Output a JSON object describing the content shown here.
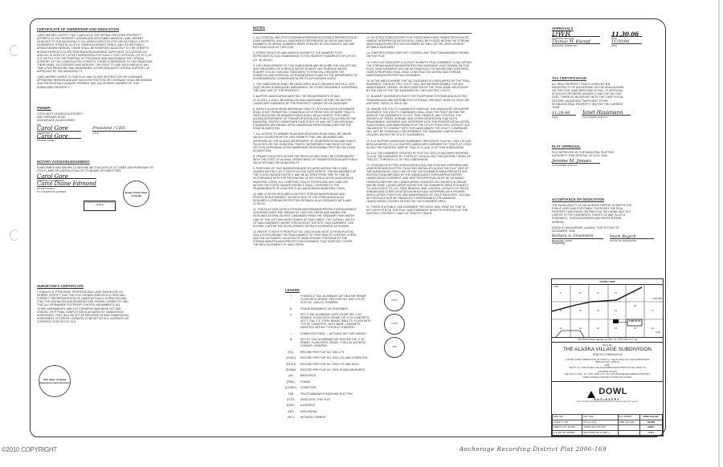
{
  "certificate_ownership": {
    "heading": "Certificate of Ownership and Dedication",
    "para1": "I (we) hereby certify that I (we) hold the herein specified property interest in the property shown and described hereon. I (we) hereby dedicate to the municipality all areas depicted for use as public utility easements, streets, alleys, thoroughfares, parks, and other public areas shown hereon. There shall be reserved adjacent to the streets shown hereon a slope reservation easement sufficient to contain cut and fill slopes of 1.5 feet horizontal for each 1 foot vertical (1.5 to 1) of cut or fill for the purpose of providing and maintaining the lateral support of the constructed streets. There is reserved to the grantors, their heirs, successors and assigns, the right to use such areas at any time upon providing and maintaining other adequate lateral support, as approved by the municipality.",
    "para2": "I (we) hereby agree to this plat, and to any restriction or covenant appearing hereon and any such restriction or covenant shall be binding and enforceable against present and successive owners of this subdivided property."
  },
  "owner": {
    "heading": "Owner:",
    "address": [
      "Cook Inlet Housing Authority",
      "3510 Spenard Road",
      "Anchorage, Alaska 99503"
    ],
    "by": "By:",
    "signature": "Carol Gore",
    "signature_label": "Signature",
    "title_value": "President / CEO",
    "title_label": "Title",
    "printed_name": "Carol Gore",
    "printed_label": "Printed Name"
  },
  "notary": {
    "heading": "Notary Acknowledgement",
    "text": "Subscribed and sworn to before me this 18th of October 2006 pursuant to its by-laws or a resolution of its board of directors.",
    "appeared_sig": "Carol Gore",
    "appeared_label": "Personally Appeared",
    "notary_sig": "Carol Diane Edmond",
    "notary_label": "Notary Public",
    "commission_label": "My Commission Expires",
    "stamp_text": "Commission expires with office",
    "seal_text": "Notary Public State of Alaska"
  },
  "surveyor": {
    "heading": "Surveyor's Certificate",
    "text": "I, Stanley E. Ponchene, Professional Land Surveyor, do hereby certify that the plat shown hereon is a true and correct representation of lands actually surveyed and that the distances and bearings are shown correctly and that all permanent exterior control monuments, all other monuments, and lot corners have been set and staked, or if final completion is assured by subdivision agreement, they will be set as specified in said subdivision agreement. Exterior corners to be set by SLS. Interior lot corners to be set by SLS.",
    "seal_text": "49th State of Alaska Registered Land Surveyor"
  },
  "notes": {
    "heading": "Notes",
    "col1": [
      "1. All federal and state easements/permits/licenses referenced by case numbers, and all easements referenced by book and page numbers or serial numbers were created by documents, and are not dedicated by this plat.",
      "2. Street right-of-way widths shown to the nearest foot represent actual dimensions to the nearest hundredth of a foot (i.e. 30'=30.00').",
      "3. The development of this subdivision may require the collection and treatment of surface water runoff. Any surface water runoff collection and treatment system will require the submittal and approval of engineering plans to the Department of Environmental Conservation or its authorized agent.",
      "4. The subdivision shall be developed in accordance with A.O. 2001-04(S) or any subsequent amendment or other ordinance governing the land use of the property.",
      "5. Buffer landscaping meeting the requirements of AMC 21.45.125.C.3 shall be installed and maintained within the buffer landscape easement by the property owner or his designee.",
      "6. Direct access from individual tracts onto Muldoon or Debarr Road is not permitted. Common access from two or more tracts onto Muldoon or Debarr Roads shall be allowed if they meet Alaska Department of Transportation and Public Facilities or the Municipal Traffic Department and right-of-way section driveway standards depending upon ownership responsibilities for the road in question.",
      "7. All access to Debarr Road and Muldoon Road shall be under validly issued right-of-way permits that are reviewed and approved by the Alaska Department of Transportation and Public Facilities or the Municipal Traffic Department and right-of-way section depending upon ownership responsibilities for the road in question.",
      "8. Transit facilities within the right-of-way shall be coordinated with the State of Alaska, Department of Transportation and Public Facilities and the municipality.",
      "9. Portions of this subdivision are situated within the flood hazard district as it exists on the date hereof. The boundaries of the flood hazard district may be altered from time to time in accordance with the provisions of Section 21.60.020 (Anchorage Municipal Code). All construction activities and any land use within the flood hazard district shall conform to the requirements of Chapter 21.60 (Anchorage Municipal Code).",
      "10. AMC 21.80.040 requires a 25-foot stream maintenance and protection easement on each side of the stream and also requires a stream protection setback in accordance with AMC 21.45.210.",
      "11. This plat dedicates a stream maintenance/protection easement centered over the thread of Chester Creek and having the sidelines extend 25-feet landward from the ordinary high water line of the left and right banks of said creek. The overall width of said easement varies throughout the site. Said easement lies entirely within the development setback easement as shown.",
      "12. Refer to note 9 from plat no. 2003-19 and note 10 from plat no. 2002-179 regarding the realignment of portions of Chester Creek, and the automatic vacation of unnecessary portions of the stream maintenance/protection easement that does not cover the new alignment of said creek."
    ],
    "col2": [
      "13. No structures except for those which are transportation or habitat interpretative related, shall be placed within the stream maintenance/protection easement as well as the development setback easement.",
      "14. Chester Creek does not control any tract boundaries shown on this plat.",
      "15. This plat dedicates a 15-foot in width trail easement lying within the stream maintenance/protection easement (not shown on this plat). Said easement will be automatically attached and centered over a proposed trail once constructed within said stream maintenance/protection easement.",
      "16. In the areas where the T&E easement is overlapped by the trail easement, the electric utility will not be responsible for any maintenance, repair, or restoration of the trail made necessary by the use of the T&E easement by the electric utility.",
      "17. Blanket easements exist for telephone systems and electric transmission and distribution systems, per misc. book 22, page 289 and misc. book 24, page 180.",
      "18. Where the utility easements overlap the landscape or buffer easement, the utility companies shall have the right within the area of the easements to cut, trim, remove, and control the growth of trees, shrubs, and other vegetation that in its reasonable judgment may interfere with the proper installation, functioning, and maintenance of the utility facilities, without any obligation to consult with the landowner. The utility companies will not be financially responsible for damaged landscaping located within the utility easements.",
      "19. A 10' buffer landscape easement created by plat no. 2002-179 has been modified to a 20' buffer landscape easement by this plat, lying along the easterly side of tracts 11 and 12 of this subdivision.",
      "20. A 10' T&E easement created by plat no. 2003-19 has been modified to a 15' T&E easement by this plat, lying along the easterly sides of tracts 7 through 12 of this subdivision.",
      "21. Chugach Electric Association (CEA) has existing overhead and underground electric facilities installed along the east side of the subdivision. CEA's use of the T&E easement area predates any restrictions imposed by the subsequent overlapping buffer landscaping easement, and written approval must be obtained from CEA before any landscaping changes or changes in grade may be done. Landscaping within the T&E easement area is subject to CEA's right to cut, trim, remove, and control growth of trees, shrubs and other vegetation which may interfere with proper installation, function, and maintenance of CEA's facilities. CEA will not replace nor be financially responsible for damaged landscaping located within the T&E easement area.",
      "22. There is a public use easement per book 1060, page 947 that is not depicted on this plat. Said easement affects portions of the easterly property lines of tracts 7 and 8."
    ]
  },
  "legend": {
    "heading": "Legend",
    "items": [
      {
        "sym": "◑",
        "text": "Found a 2\" dia. aluminum cap on a 5/8\" rebar, flush with grade, per plat no. 2002-179 or plat no. 2003-19, stamped:"
      },
      {
        "sym": "✲",
        "text": "Found monument as described."
      },
      {
        "sym": "●",
        "text": "Set 2\" dia. aluminum caps on 5/8\" dia. x 30\" rebars, flush with grade, or, if in concrete, set 2\" dia. x 3\" steel brass tablets, flush with top of concrete, with 3M/SF-1 magnets inserted within. Typically stamped:"
      },
      {
        "sym": "○",
        "text": "Computed point — nothing set this survey."
      },
      {
        "sym": "⊗",
        "text": "Set a 2\" dia. aluminum cap on a 5/8\" dia. x 30\" rebar, flush with grade, for a 20' witness corner, stamped:"
      },
      {
        "sym": "(R1)",
        "text": "Record per plat no. 2002-179."
      },
      {
        "sym": "(R1&C)",
        "text": "Record per plat no. 2002-179, and computed."
      },
      {
        "sym": "(R1&H)",
        "text": "Record per plat no. 2002-179, and held."
      },
      {
        "sym": "(R2&M)",
        "text": "Record per plat no. 2003-19 and measured."
      },
      {
        "sym": "(M)",
        "text": "Measured"
      },
      {
        "sym": "(FND.)",
        "text": "Found"
      },
      {
        "sym": "(COND.)",
        "text": "Condition"
      },
      {
        "sym": "T&E",
        "text": "Telecommunications and electric"
      },
      {
        "sym": "(DTP)",
        "text": "Dedicated this plat"
      },
      {
        "sym": "ESMT.",
        "text": "Easement"
      },
      {
        "sym": "(NR)",
        "text": "Non-radial"
      },
      {
        "sym": "(WC)",
        "text": "Witness corner"
      }
    ],
    "cap_labels": [
      "DOWL",
      "S-5353",
      "2006"
    ]
  },
  "approvals": {
    "heading": "Approvals",
    "sig1": "DWR",
    "date1": "11.30.06",
    "label1": "Planning Officer",
    "sig2": "Thomas M. Klempf",
    "date2": "11/30/06",
    "label2": "Municipal Surveyor",
    "date_label": "Date"
  },
  "tax": {
    "heading": "Tax Certification",
    "text": "All real property taxes levied by the municipality of Anchorage on the area shown on this plat have been paid in full. If approval is sought between January 1 and the tax due date, there is on deposit with the chief fiscal officer, an amount sufficient to pay estimated real property tax for the current year.",
    "date": "11-28-06",
    "sig": "Janet Hausmann",
    "date_label": "Date",
    "officer_label": "Authorized Official"
  },
  "plat_approval": {
    "heading": "Plat Approval",
    "text": "Plat approved by the municipal platting authority this 26th day of July, 2006.",
    "sig": "Jerome M. Jonaez",
    "label": "Authorized Official"
  },
  "acceptance": {
    "heading": "Acceptance of Dedication",
    "text": "The municipality of Anchorage hereby accepts for public uses and for public purposes the real property dedicated on this plat, including but not limited to the easements, rights of way, alleys, roadways, thoroughfares and parks shown hereon.",
    "dated": "Dated at Anchorage, Alaska, this 4th day of December, 2006.",
    "sig1": "Barbara A. Gruenstein",
    "label1": "Municipal Clerk",
    "sig1b": "Deputy",
    "sig2": "Mark Begich",
    "label2": "Mayor of Anchorage"
  },
  "vicinity_map": {
    "title": "Vicinity Map",
    "township_top": "T13N",
    "township_bottom": "T13N",
    "sections": [
      "9",
      "10",
      "11",
      "12",
      "7",
      "16",
      "15",
      "14",
      "13",
      "18",
      "17",
      "21",
      "22",
      "23",
      "24",
      "19",
      "20"
    ],
    "this_plat": "This Plat",
    "range": "T13N R3W",
    "caption": "Located within the NW 1/4, Sec. 24, T13N, R3W, S.M., AK"
  },
  "title_block": {
    "plat_of": "Plat of",
    "title": "The Alaska Village Subdivision",
    "subtitle": "Tracts 4 through 15",
    "desc1": "A 28.591 acre subdivision of Tract 1, The Alaska Village Subdivision per plat no. 2003-19",
    "and": "and",
    "desc2": "Tract 2A, The Alaska Village Subdivision per plat no. 2002-179",
    "located_label": "Located within",
    "located": "The NW 1/4, Sec. 24, T13N, R3W, S.M., AK. Anchorage Recording District, Third Judicial District, State of Alaska.",
    "firm": "DOWL",
    "firm_sub": "Engineers",
    "firm_address": "4040 B Street, Anchorage, Alaska 99503  (907) 562-2000  Fax (907) 563-3953",
    "table": [
      [
        "DWN: KET",
        "CHK: SEP",
        "W.O. D55300",
        "DOWL FILE NO."
      ],
      [
        "SCALE: 1\"=100'",
        "FB: see notes",
        "GRID: SW 1440",
        "148-88A"
      ],
      [
        "DRAWN: OCT-18-2006",
        "SURVEYED: JUN-2006",
        "",
        "SHEET"
      ],
      [
        "C-P. PAT NO. 0605606",
        "MOA CASE FILE S-11467-1",
        "",
        "1 OF 3"
      ]
    ]
  },
  "footer": {
    "copyright": "©2010 COPYRIGHT",
    "recording": "Anchorage Recording District Plat 2006-169"
  }
}
